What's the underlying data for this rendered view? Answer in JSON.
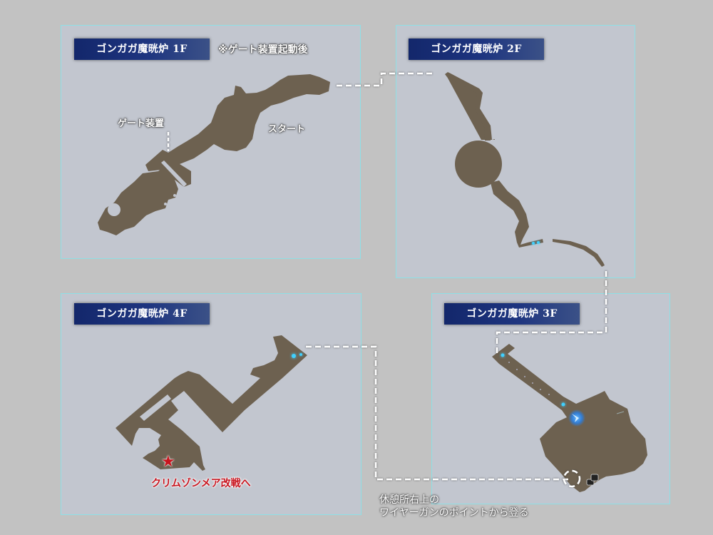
{
  "colors": {
    "background": "#c2c2c2",
    "panel": "#c2c6cf",
    "panel_border": "#8ee0e6",
    "title_bg": "#1e3580",
    "map_floor": "#6d6150",
    "route_line": "#ffffff",
    "marker_blue": "#3fd0ff",
    "boss_red": "#c8141e"
  },
  "floors": [
    {
      "id": "1F",
      "title": "ゴンガガ魔晄炉 1F",
      "note": "※ゲート装置起動後",
      "labels": [
        {
          "text": "ゲート装置",
          "type": "poi"
        },
        {
          "text": "スタート",
          "type": "start"
        }
      ]
    },
    {
      "id": "2F",
      "title": "ゴンガガ魔晄炉 2F"
    },
    {
      "id": "3F",
      "title": "ゴンガガ魔晄炉 3F",
      "markers": [
        {
          "type": "player-position-icon"
        },
        {
          "type": "rest-area-icon"
        }
      ]
    },
    {
      "id": "4F",
      "title": "ゴンガガ魔晄炉 4F",
      "labels": [
        {
          "text": "クリムゾンメア改戦へ",
          "type": "boss"
        }
      ],
      "star": "★"
    }
  ],
  "route_note": {
    "line1": "休憩所右上の",
    "line2": "ワイヤーガンのポイントから登る"
  }
}
